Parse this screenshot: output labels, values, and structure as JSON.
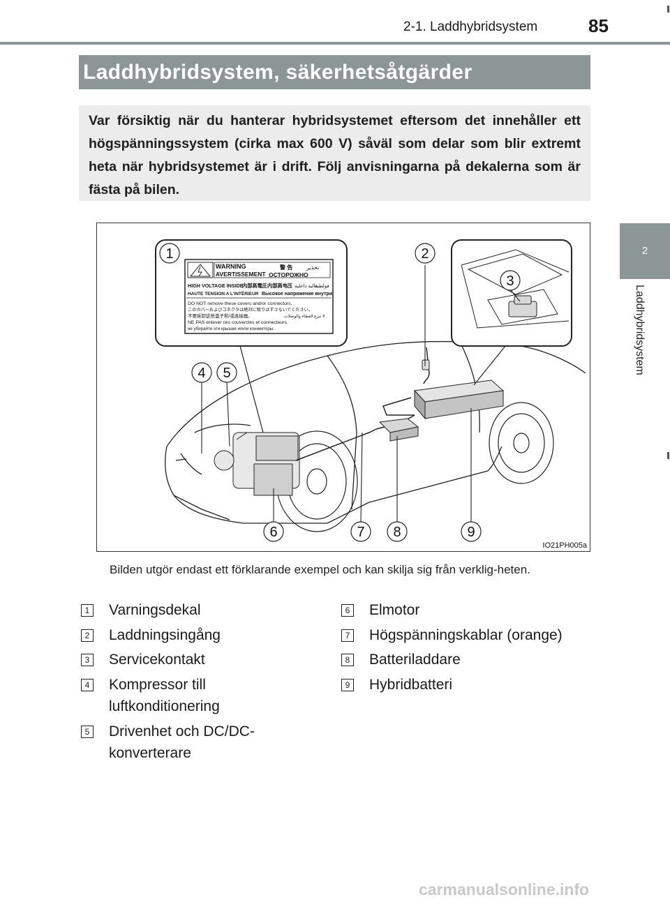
{
  "header": {
    "section": "2-1. Laddhybridsystem",
    "page_number": "85"
  },
  "side_tab": {
    "number": "2",
    "label": "Laddhybridsystem"
  },
  "title": "Laddhybridsystem, säkerhetsåtgärder",
  "intro": "Var försiktig när du hanterar hybridsystemet eftersom det innehåller ett högspänningssystem (cirka max 600 V) såväl som delar som blir extremt heta när hybridsystemet är i drift. Följ anvisningarna på dekalerna som är fästa på bilen.",
  "figure": {
    "code": "IO21PH005a",
    "callouts": [
      "1",
      "2",
      "3",
      "4",
      "5",
      "6",
      "7",
      "8",
      "9"
    ],
    "warning_label": {
      "warning": "WARNING",
      "avertissement": "AVERTISSEMENT",
      "jp_warning": "警 告",
      "ru_warning": "ОСТОРОЖНО",
      "ar_warning": "تحذير",
      "hv_inside": "HIGH VOLTAGE INSIDE",
      "hv_jp": "内部高電圧",
      "hv_cn": "内部高电压",
      "hv_ar": "عالية داخلية",
      "hv_ar2": "فولطية",
      "hv_fr": "HAUTE TENSION A L'INTÉRIEUR",
      "hv_ru": "Высокое напряжение внутри",
      "line1": "DO NOT remove these covers and/or connectors.",
      "line2": "このカバーおよびコネクタは絶対に取りはずさないでください。",
      "line3": "不要拆卸这些盖子和/或连接器。",
      "line3_ar": "لا تنزع الغطاء والوصلات",
      "line4": "NE PAS enlever ces couvercles et connecteurs.",
      "line5": "не убирайте эти крышки и/или коннекторы."
    }
  },
  "caption": "Bilden utgör endast ett förklarande exempel och kan skilja sig från verklig-heten.",
  "legend": {
    "left": [
      {
        "num": "1",
        "label": "Varningsdekal"
      },
      {
        "num": "2",
        "label": "Laddningsingång"
      },
      {
        "num": "3",
        "label": "Servicekontakt"
      },
      {
        "num": "4",
        "label": "Kompressor till\nluftkonditionering"
      },
      {
        "num": "5",
        "label": "Drivenhet och DC/DC-\nkonverterare"
      }
    ],
    "right": [
      {
        "num": "6",
        "label": "Elmotor"
      },
      {
        "num": "7",
        "label": "Högspänningskablar (orange)"
      },
      {
        "num": "8",
        "label": "Batteriladdare"
      },
      {
        "num": "9",
        "label": "Hybridbatteri"
      }
    ]
  },
  "watermark": "carmanualsonline.info"
}
